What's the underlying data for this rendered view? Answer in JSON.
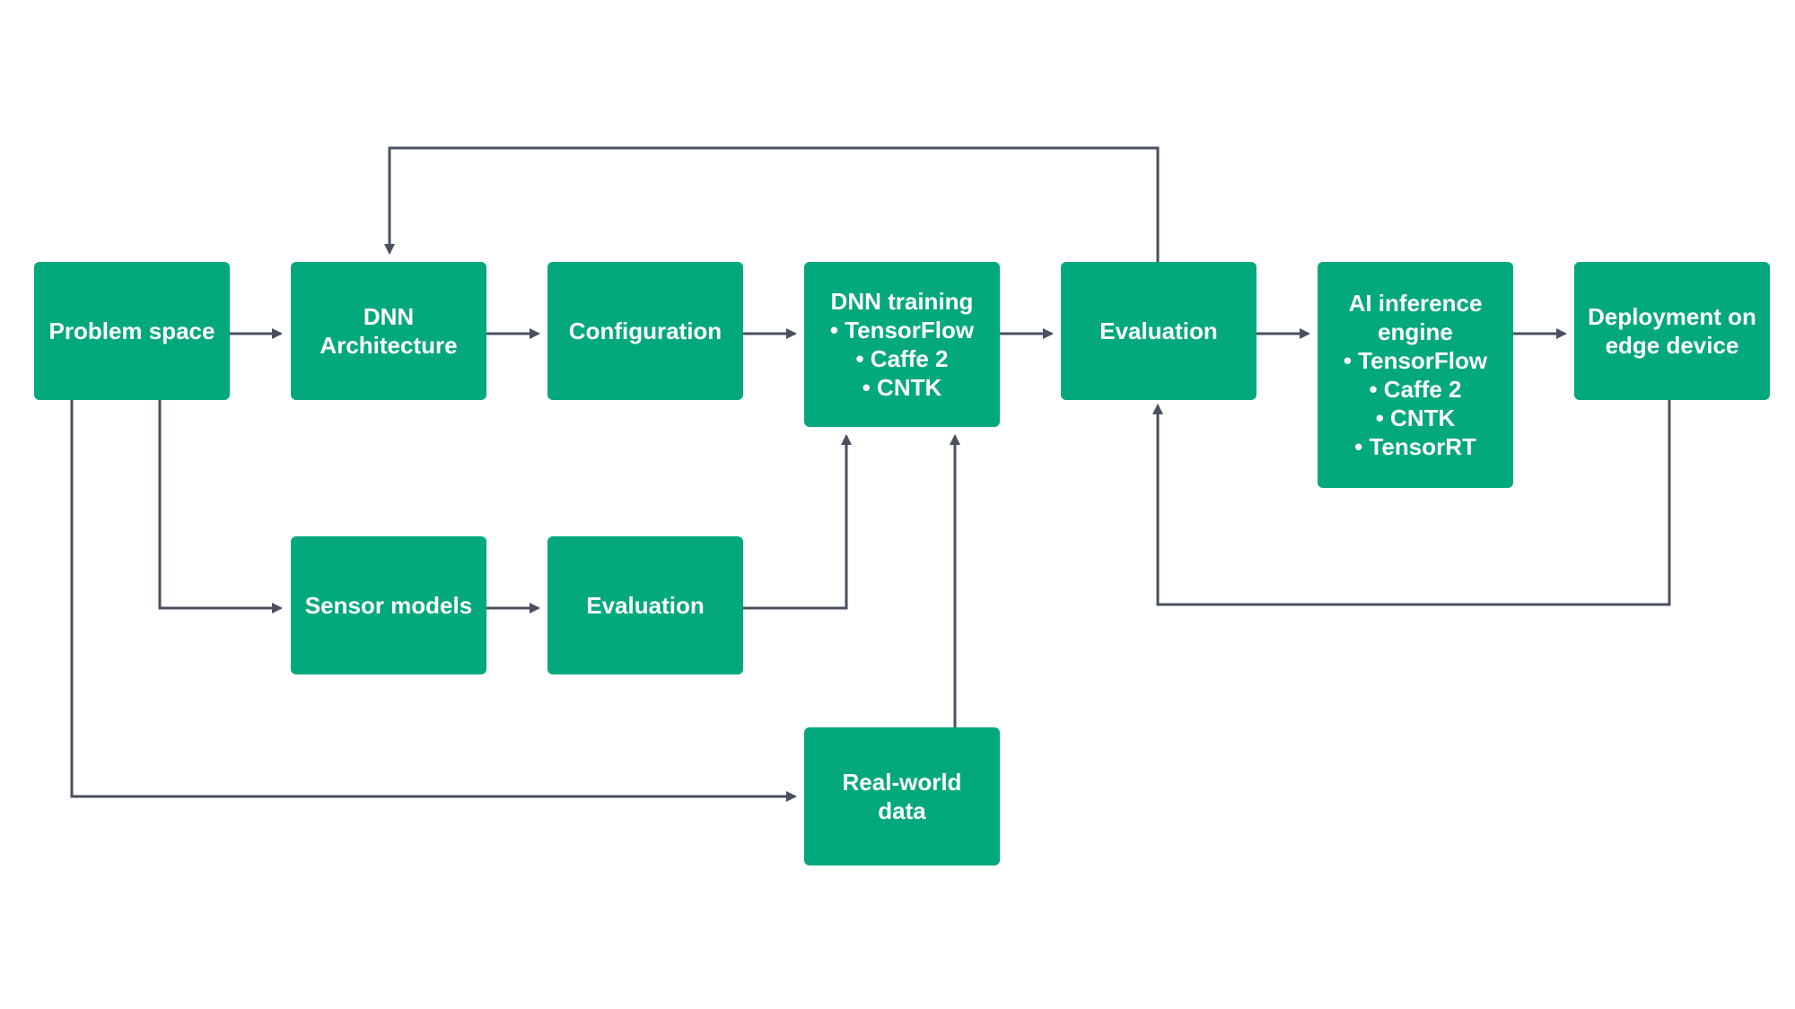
{
  "colors": {
    "node_fill": "#03a87c",
    "node_text": "#ffffff",
    "connector": "#4a5060",
    "background": "#ffffff"
  },
  "nodes": {
    "problem_space": {
      "lines": [
        "Problem space"
      ]
    },
    "dnn_architecture": {
      "lines": [
        "DNN",
        "Architecture"
      ]
    },
    "configuration": {
      "lines": [
        "Configuration"
      ]
    },
    "dnn_training": {
      "title": "DNN training",
      "items": [
        "TensorFlow",
        "Caffe 2",
        "CNTK"
      ]
    },
    "evaluation_main": {
      "lines": [
        "Evaluation"
      ]
    },
    "ai_inference_engine": {
      "title_lines": [
        "AI inference",
        "engine"
      ],
      "items": [
        "TensorFlow",
        "Caffe 2",
        "CNTK",
        "TensorRT"
      ]
    },
    "deployment": {
      "lines": [
        "Deployment on",
        "edge device"
      ]
    },
    "sensor_models": {
      "lines": [
        "Sensor models"
      ]
    },
    "evaluation_sensor": {
      "lines": [
        "Evaluation"
      ]
    },
    "real_world_data": {
      "lines": [
        "Real-world",
        "data"
      ]
    }
  },
  "edges": [
    {
      "from": "Problem space",
      "to": "DNN Architecture"
    },
    {
      "from": "DNN Architecture",
      "to": "Configuration"
    },
    {
      "from": "Configuration",
      "to": "DNN training"
    },
    {
      "from": "DNN training",
      "to": "Evaluation"
    },
    {
      "from": "Evaluation",
      "to": "AI inference engine"
    },
    {
      "from": "AI inference engine",
      "to": "Deployment on edge device"
    },
    {
      "from": "Evaluation",
      "to": "DNN Architecture"
    },
    {
      "from": "Problem space",
      "to": "Sensor models"
    },
    {
      "from": "Sensor models",
      "to": "Evaluation (sensor)"
    },
    {
      "from": "Evaluation (sensor)",
      "to": "DNN training"
    },
    {
      "from": "Problem space",
      "to": "Real-world data"
    },
    {
      "from": "Real-world data",
      "to": "DNN training"
    },
    {
      "from": "Deployment on edge device",
      "to": "Evaluation"
    }
  ]
}
